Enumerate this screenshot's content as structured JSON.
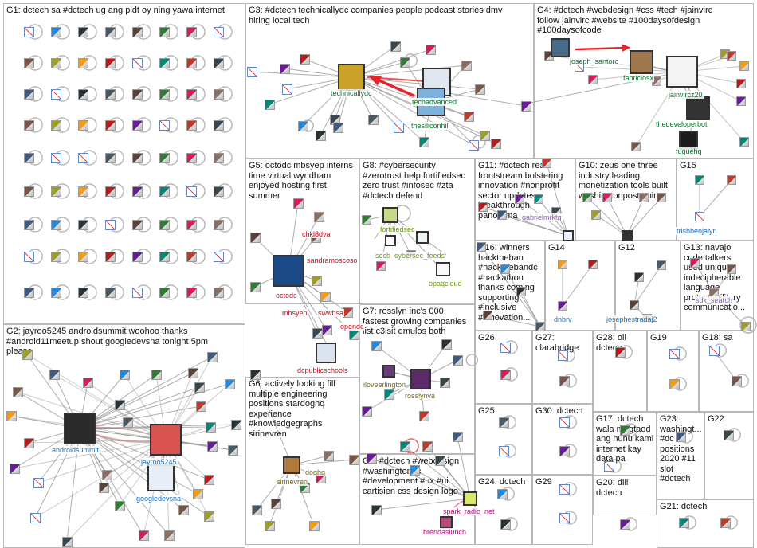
{
  "panels": [
    {
      "id": "G1",
      "title": "G1: dctech sa #dctech ug ang pldt oy ning yawa internet"
    },
    {
      "id": "G2",
      "title": "G2: jayroo5245 androidsummit woohoo thanks\n#android11meetup shout googledevsna tonight 5pm\nplease"
    },
    {
      "id": "G3",
      "title": "G3: #dctech technicallydc companies people podcast stories dmv\nhiring local tech"
    },
    {
      "id": "G4",
      "title": "G4: #dctech #webdesign #css #tech #jainvirc\nfollow jainvirc #website #100daysofdesign\n#100daysofcode"
    },
    {
      "id": "G5",
      "title": "G5: octodc mbsyep interns\ntime virtual wyndham\nenjoyed hosting first\nsummer"
    },
    {
      "id": "G6",
      "title": "G6: actively looking fill\nmultiple engineering\npositions stardoghq\nexperience\n#knowledgegraphs\nsirinevren"
    },
    {
      "id": "G7",
      "title": "G7: rosslyn inc's 000\nfastest growing companies\nlist c3isit qmulos both"
    },
    {
      "id": "G8",
      "title": "G8: #cybersecurity\n#zerotrust help fortifiedsec\nzero trust #infosec #zta\n#dctech defend"
    },
    {
      "id": "G9",
      "title": "G9: #dctech #webdesign\n#washingtondc\n#development #ux #ui\ncartisien css design logo"
    },
    {
      "id": "G10",
      "title": "G10: zeus one three\nindustry leading\nmonetization tools built\nwashingtonpost going"
    },
    {
      "id": "G11",
      "title": "G11: #dctech read\nfrontstream bolstering\ninnovation #nonprofit\nsector updates\nbreakthrough\npanorama"
    },
    {
      "id": "G12",
      "title": "G12"
    },
    {
      "id": "G13",
      "title": "G13: navajo\ncode talkers\nused unique\nindecipherable\nlanguage\nprotect military\ncommunicatio..."
    },
    {
      "id": "G14",
      "title": "G14"
    },
    {
      "id": "G15",
      "title": "G15"
    },
    {
      "id": "G16",
      "title": "G16: winners\nhacktheban\n#hackthebandc\n#hackathon\nthanks coming\nsupporting\n#inclusive\n#innovation..."
    },
    {
      "id": "G17",
      "title": "G17: dctech\nwala magtaod\nang huhu kami\ninternet kay\ndata pa"
    },
    {
      "id": "G18",
      "title": "G18: sa"
    },
    {
      "id": "G19",
      "title": "G19"
    },
    {
      "id": "G20",
      "title": "G20: dili\ndctech"
    },
    {
      "id": "G21",
      "title": "G21: dctech"
    },
    {
      "id": "G22",
      "title": "G22"
    },
    {
      "id": "G23",
      "title": "G23:\nwashingt...\n#dc\npositions\n2020 #11\nslot\n#dctech"
    },
    {
      "id": "G24",
      "title": "G24: dctech"
    },
    {
      "id": "G25",
      "title": "G25"
    },
    {
      "id": "G26",
      "title": "G26"
    },
    {
      "id": "G27",
      "title": "G27:\nclarabridge"
    },
    {
      "id": "G28",
      "title": "G28: oii\ndctech"
    },
    {
      "id": "G29",
      "title": "G29"
    },
    {
      "id": "G30",
      "title": "G30: dctech"
    }
  ],
  "node_labels": {
    "technicallydc": "technicallydc",
    "thesiliconhill": "thesiliconhill",
    "techadvanced": "techadvanced",
    "joseph_santoro": "joseph_santoro",
    "fabriciosx": "fabriciosx",
    "jainvircz20": "jainvircz20",
    "thedeveloperbot": "thedeveloperbot",
    "fuguehq": "fuguehq",
    "androidsummit": "androidsummit",
    "jayroo5245": "jayroo5245",
    "googledevsna": "googledevsna",
    "chkl8dva": "chkl8dva",
    "sandramoscoso": "sandramoscoso",
    "octodc": "octodc",
    "mbsyep": "mbsyep",
    "swwhsa": "swwhsa",
    "opendc": "opendc",
    "dcpublicschools": "dcpublicschools",
    "fortifiedsec": "fortifiedsec",
    "secb": "secb",
    "cybersec_feeds": "cybersec_feeds",
    "opaqcloud": "opaqcloud",
    "iloveerlington": "iloveerlington",
    "rosslynva": "rosslynva",
    "sirinevren": "sirinevren",
    "doghq": "doghq",
    "spark_radio_net": "spark_radio_net",
    "brendaslunch": "brendaslunch",
    "gabrielmrktg": "gabrielmrktg",
    "trishbenjalyn": "trishbenjalyn",
    "dnbrv": "dnbrv",
    "josephestradaj2": "josephestradaj2",
    "sdk_search": "sdk_search"
  },
  "colors": {
    "panel_border": "#b8b8b8",
    "edge": "#8a8a8a",
    "edge_strong": "#b07070",
    "edge_red": "#e8232a",
    "label_g1": "#1f6fb5",
    "label_g2": "#1f6fb5",
    "label_g3": "#0f6e2e",
    "label_g5": "#c0101e",
    "label_g8": "#6b9a12",
    "label_g7": "#7a6a10",
    "label_g9": "#b0147a",
    "label_g11": "#8c5cc8",
    "label_g_blue": "#1f6fb5"
  }
}
